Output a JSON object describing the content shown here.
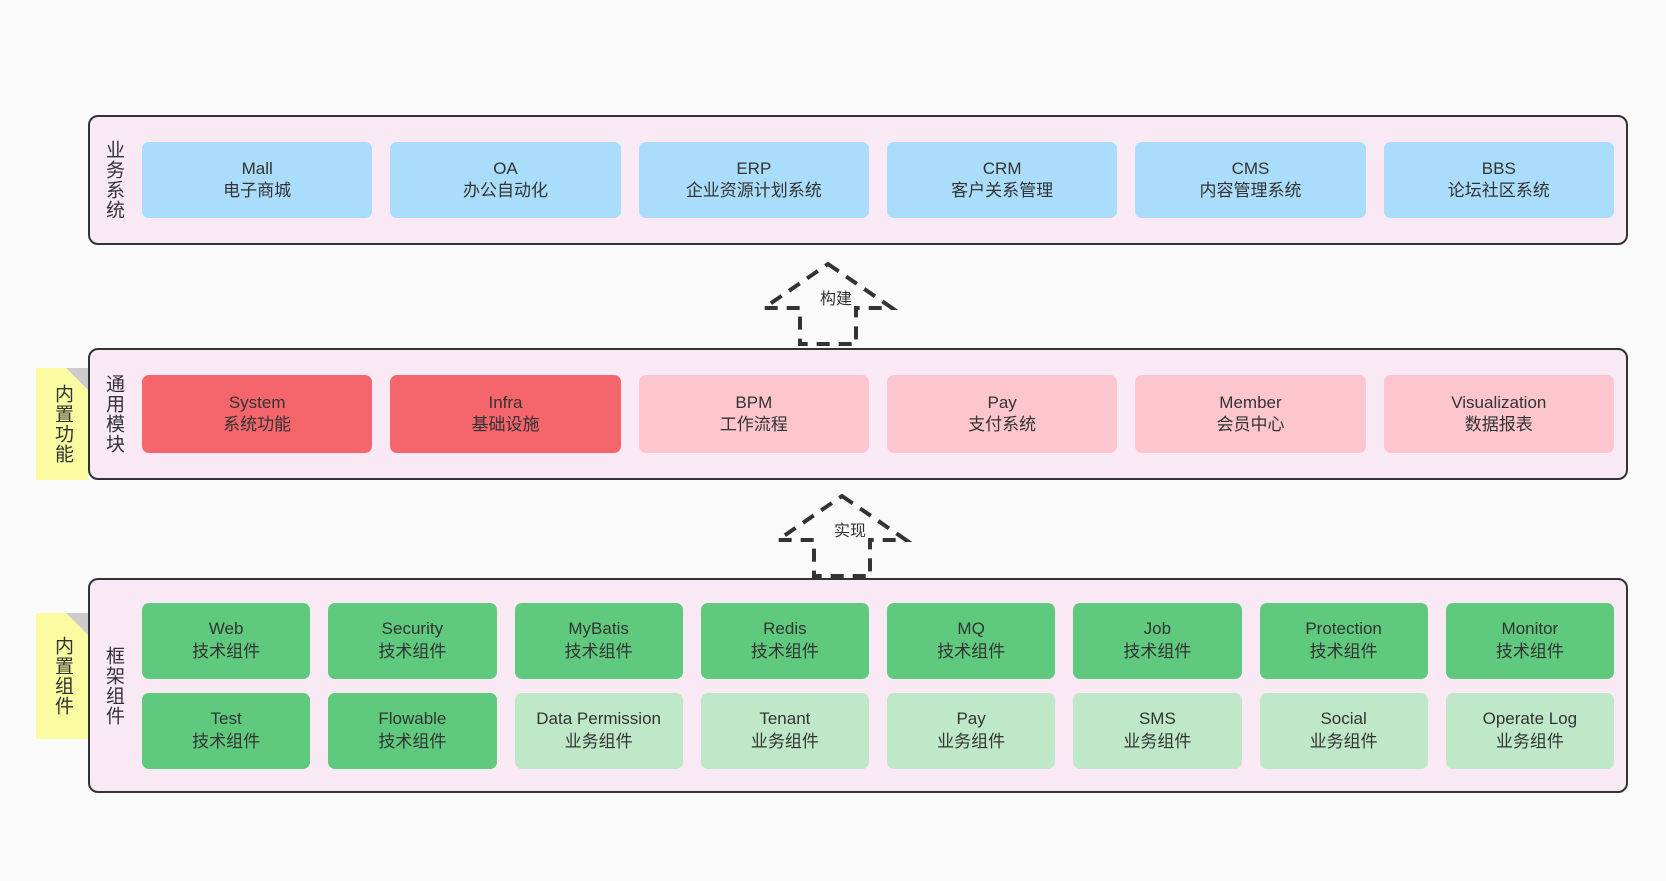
{
  "diagram": {
    "background_color": "#fafafa",
    "band_fill": "#f8e9f4",
    "band_border": "#333333",
    "sticky_fill": "#fafaa0",
    "colors": {
      "blue": "#aadcfb",
      "red": "#f4666b",
      "pink": "#fdc6ce",
      "green": "#5fc97e",
      "light_green": "#bfe8c8"
    }
  },
  "bands": {
    "business": {
      "label": "业务系统",
      "cards": [
        {
          "name": "Mall",
          "desc": "电子商城"
        },
        {
          "name": "OA",
          "desc": "办公自动化"
        },
        {
          "name": "ERP",
          "desc": "企业资源计划系统"
        },
        {
          "name": "CRM",
          "desc": "客户关系管理"
        },
        {
          "name": "CMS",
          "desc": "内容管理系统"
        },
        {
          "name": "BBS",
          "desc": "论坛社区系统"
        }
      ]
    },
    "common": {
      "label": "通用模块",
      "sticky": "内置功能",
      "cards": [
        {
          "name": "System",
          "desc": "系统功能"
        },
        {
          "name": "Infra",
          "desc": "基础设施"
        },
        {
          "name": "BPM",
          "desc": "工作流程"
        },
        {
          "name": "Pay",
          "desc": "支付系统"
        },
        {
          "name": "Member",
          "desc": "会员中心"
        },
        {
          "name": "Visualization",
          "desc": "数据报表"
        }
      ]
    },
    "framework": {
      "label": "框架组件",
      "sticky": "内置组件",
      "row1": [
        {
          "name": "Web",
          "desc": "技术组件"
        },
        {
          "name": "Security",
          "desc": "技术组件"
        },
        {
          "name": "MyBatis",
          "desc": "技术组件"
        },
        {
          "name": "Redis",
          "desc": "技术组件"
        },
        {
          "name": "MQ",
          "desc": "技术组件"
        },
        {
          "name": "Job",
          "desc": "技术组件"
        },
        {
          "name": "Protection",
          "desc": "技术组件"
        },
        {
          "name": "Monitor",
          "desc": "技术组件"
        }
      ],
      "row2": [
        {
          "name": "Test",
          "desc": "技术组件"
        },
        {
          "name": "Flowable",
          "desc": "技术组件"
        },
        {
          "name": "Data Permission",
          "desc": "业务组件"
        },
        {
          "name": "Tenant",
          "desc": "业务组件"
        },
        {
          "name": "Pay",
          "desc": "业务组件"
        },
        {
          "name": "SMS",
          "desc": "业务组件"
        },
        {
          "name": "Social",
          "desc": "业务组件"
        },
        {
          "name": "Operate Log",
          "desc": "业务组件"
        }
      ]
    }
  },
  "connectors": [
    {
      "id": "build",
      "label": "构建"
    },
    {
      "id": "implement",
      "label": "实现"
    }
  ]
}
